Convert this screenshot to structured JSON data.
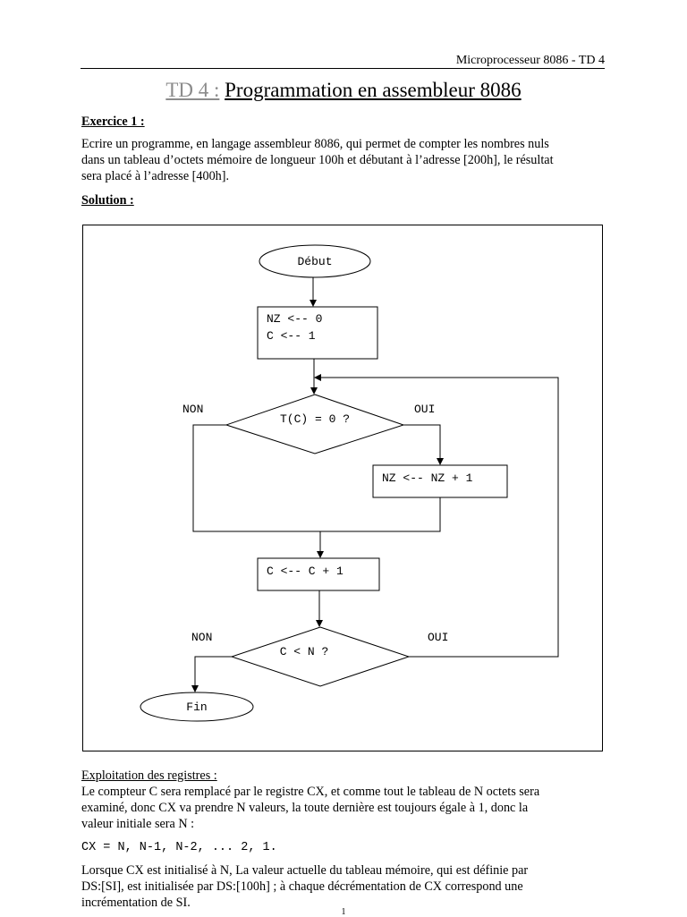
{
  "header": {
    "running_title": "Microprocesseur 8086 - TD 4"
  },
  "title": {
    "td_label": "TD 4 :",
    "main": "Programmation en assembleur 8086"
  },
  "exercise": {
    "heading": "Exercice 1 :",
    "statement_lines": [
      "Ecrire un programme, en langage assembleur 8086, qui permet de compter les nombres nuls",
      "dans un tableau d’octets mémoire de longueur 100h et débutant à l’adresse [200h], le résultat",
      "sera placé à l’adresse [400h]."
    ]
  },
  "solution": {
    "heading": "Solution :"
  },
  "flowchart": {
    "start": "Début",
    "init_line1": "NZ <-- 0",
    "init_line2": "C <-- 1",
    "decision1": "T(C) = 0 ?",
    "decision1_no": "NON",
    "decision1_yes": "OUI",
    "increment_nz": "NZ <-- NZ + 1",
    "increment_c": "C <-- C + 1",
    "decision2": "C < N ?",
    "decision2_no": "NON",
    "decision2_yes": "OUI",
    "end": "Fin"
  },
  "registers": {
    "heading": "Exploitation des registres :",
    "para1_lines": [
      "Le compteur C sera remplacé par le registre CX, et comme tout le tableau de N octets sera",
      "examiné, donc CX va prendre N valeurs, la toute dernière est toujours égale à 1, donc la",
      "valeur initiale sera N :"
    ],
    "code": "CX = N, N-1, N-2, ... 2, 1.",
    "para2_lines": [
      "Lorsque CX est initialisé à N, La valeur actuelle du tableau mémoire, qui est définie par",
      "DS:[SI], est initialisée par DS:[100h] ; à chaque décrémentation de CX correspond une",
      "incrémentation de SI."
    ]
  },
  "page_number": "1"
}
